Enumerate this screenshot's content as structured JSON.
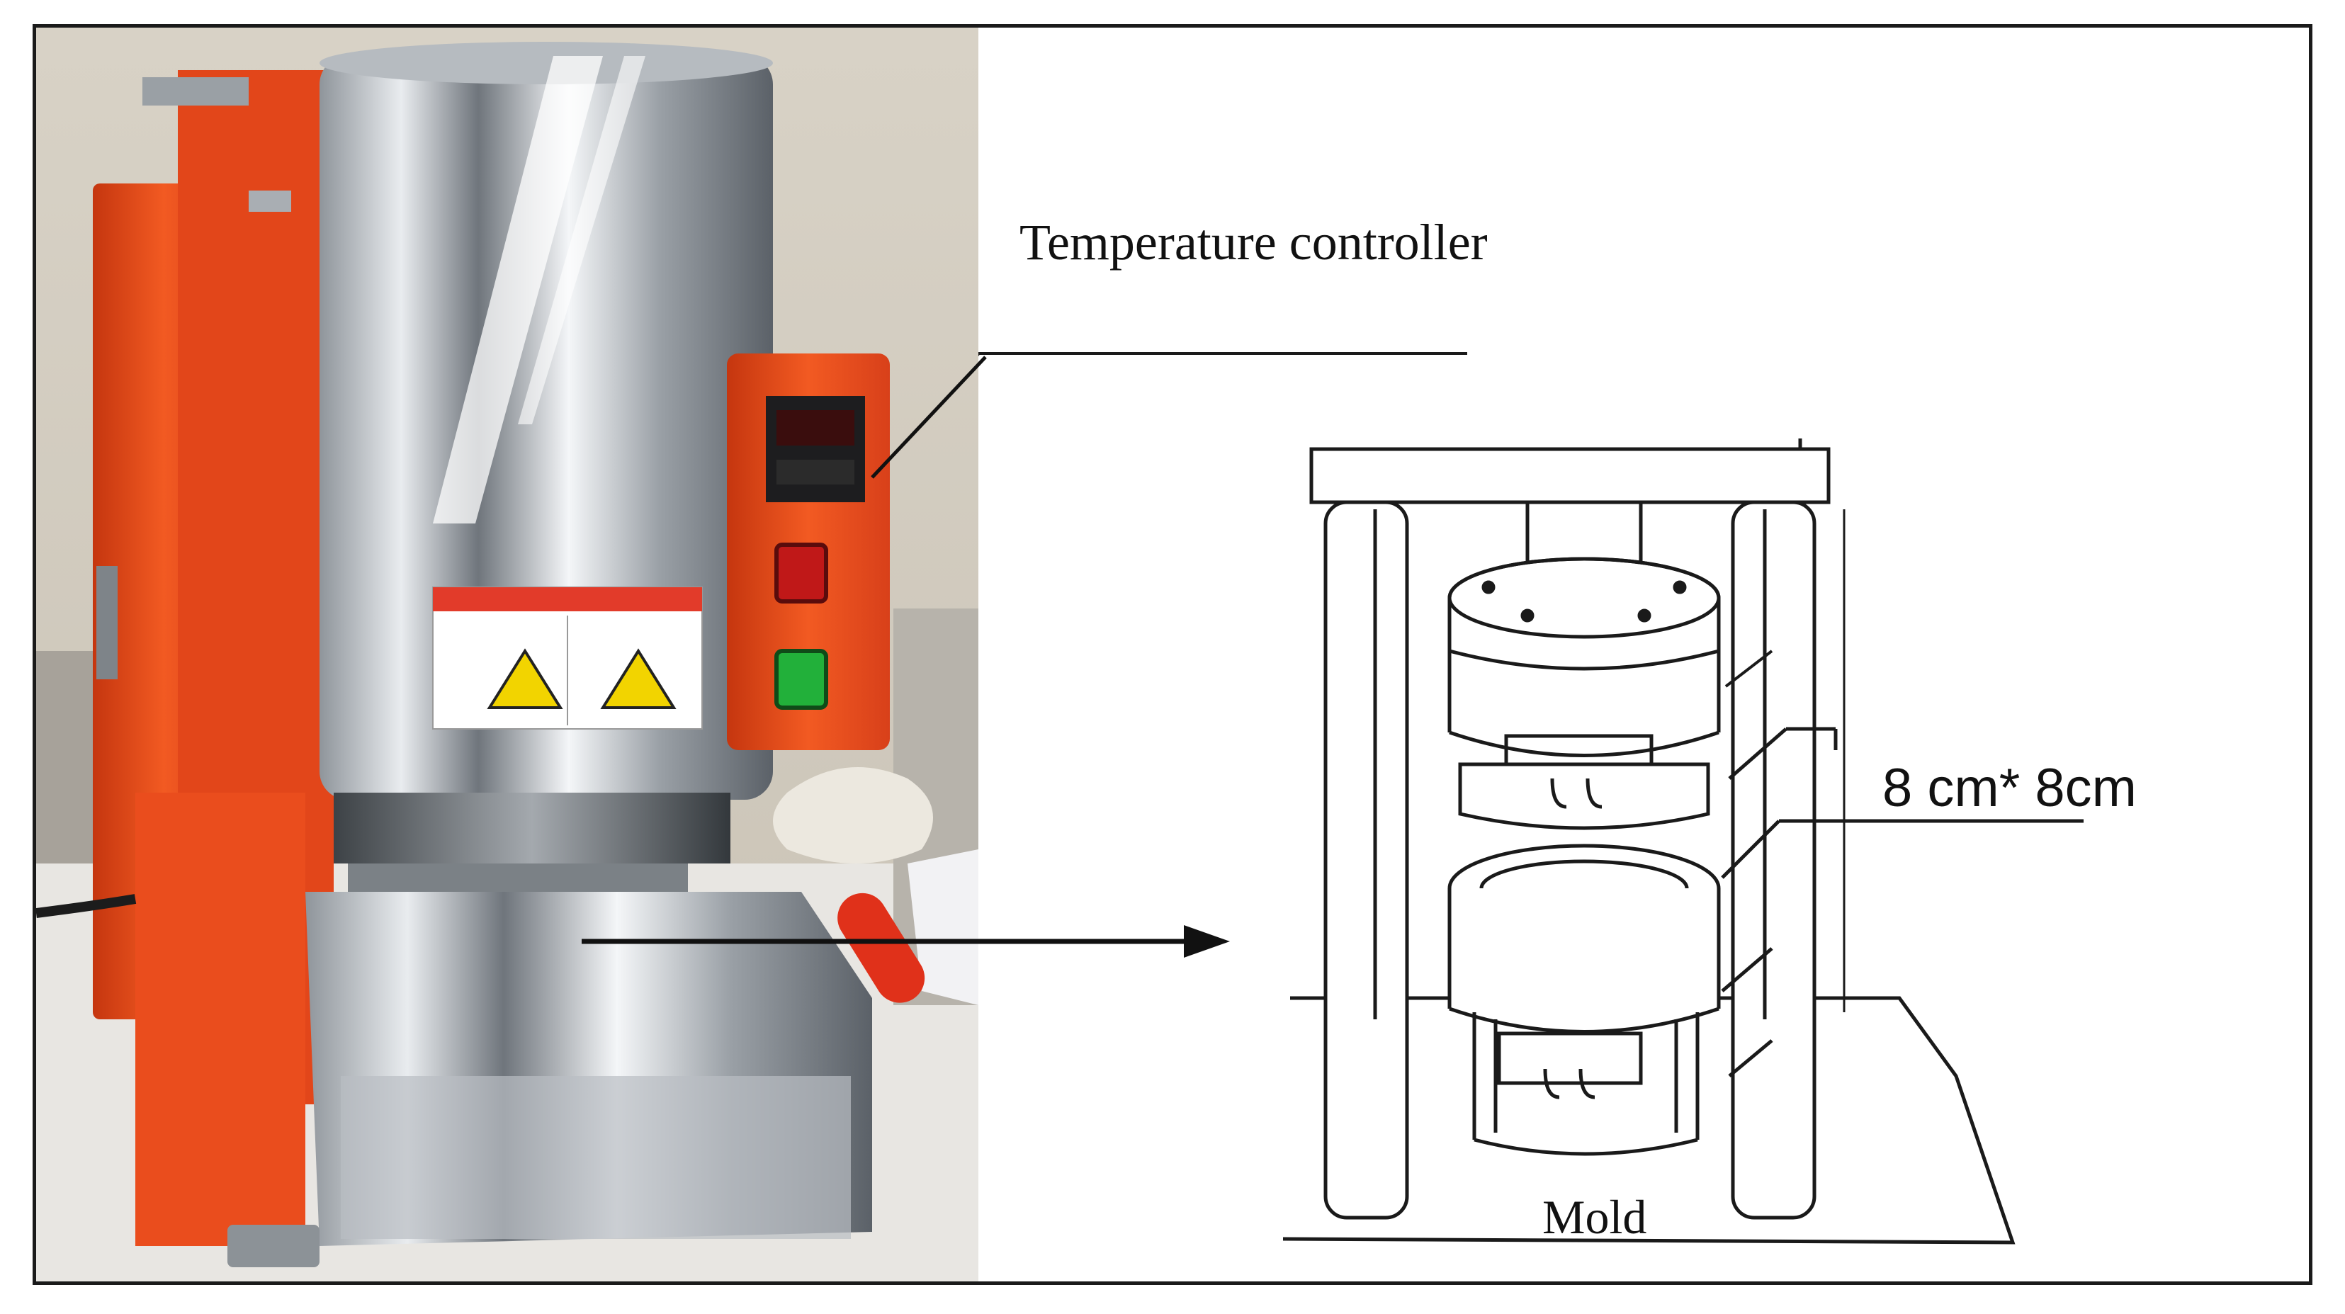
{
  "labels": {
    "temperature_controller": "Temperature controller",
    "mold_size": "8 cm* 8cm",
    "mold": "Mold"
  },
  "colors": {
    "machine_orange": "#f04a1c",
    "steel": "#c9ccd0",
    "wall": "#d9d3c9",
    "line": "#1a1a1a"
  },
  "icons": [
    "warning-triangle-icon",
    "red-power-switch",
    "green-power-switch"
  ]
}
